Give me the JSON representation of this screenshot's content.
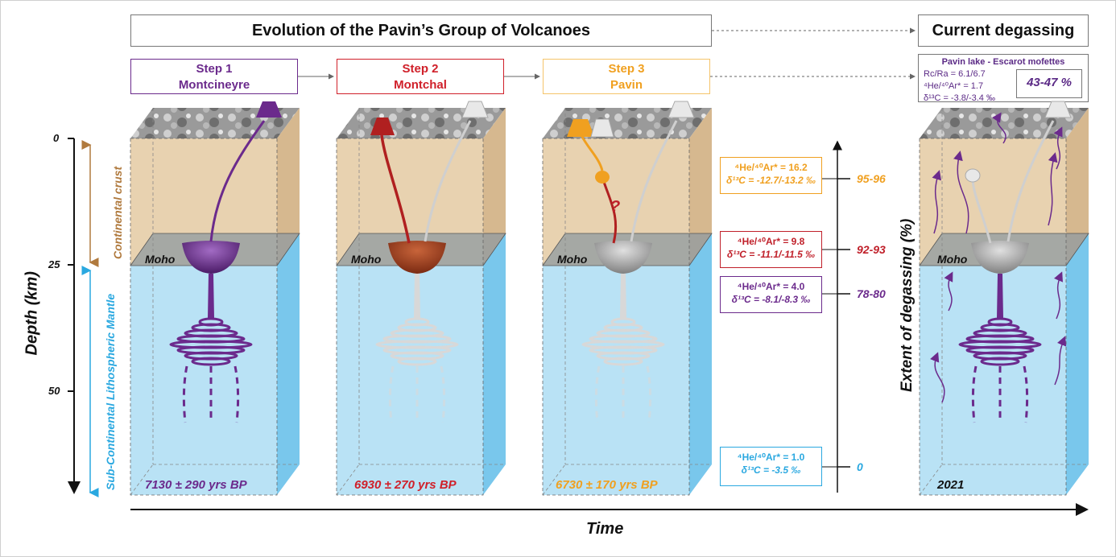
{
  "title": "Evolution of the Pavin’s Group of Volcanoes",
  "current_title": "Current degassing",
  "steps": [
    {
      "label": "Step 1",
      "name": "Montcineyre",
      "age": "7130 ± 290 yrs BP",
      "color": "#6b2a8c"
    },
    {
      "label": "Step 2",
      "name": "Montchal",
      "age": "6930 ± 270 yrs BP",
      "color": "#d0202a"
    },
    {
      "label": "Step 3",
      "name": "Pavin",
      "age": "6730 ± 170 yrs BP",
      "color": "#f0a020"
    }
  ],
  "current": {
    "header": "Pavin lake - Escarot mofettes",
    "line1": "Rc/Ra = 6.1/6.7",
    "line2": "⁴He/⁴⁰Ar* = 1.7",
    "line3": "δ¹³C = -3.8/-3.4 ‰",
    "pct": "43-47 %",
    "year": "2021"
  },
  "geochem": [
    {
      "he": "⁴He/⁴⁰Ar* = 16.2",
      "c": "δ¹³C = -12.7/-13.2 ‰",
      "pct": "95-96",
      "color": "#f0a020"
    },
    {
      "he": "⁴He/⁴⁰Ar* = 9.8",
      "c": "δ¹³C = -11.1/-11.5 ‰",
      "pct": "92-93",
      "color": "#c0202a"
    },
    {
      "he": "⁴He/⁴⁰Ar* = 4.0",
      "c": "δ¹³C = -8.1/-8.3 ‰",
      "pct": "78-80",
      "color": "#6b2a8c"
    },
    {
      "he": "⁴He/⁴⁰Ar* = 1.0",
      "c": "δ¹³C = -3.5 ‰",
      "pct": "0",
      "color": "#2aa8e0"
    }
  ],
  "labels": {
    "moho": "Moho",
    "question": "?",
    "depth_axis": "Depth (km)",
    "depth_ticks": [
      "0",
      "25",
      "50"
    ],
    "crust": "Continental crust",
    "mantle": "Sub-Continental Lithospheric Mantle",
    "degassing_axis": "Extent of degassing (%)",
    "time_axis": "Time"
  },
  "colors": {
    "crust": "#e8d2b0",
    "crust_side": "#d6b88f",
    "mantle": "#b9e2f5",
    "mantle_side": "#79c7ec",
    "moho_band": "#8f9aa0",
    "crust_arrow": "#b07a3e",
    "mantle_arrow": "#2aa8e0"
  }
}
